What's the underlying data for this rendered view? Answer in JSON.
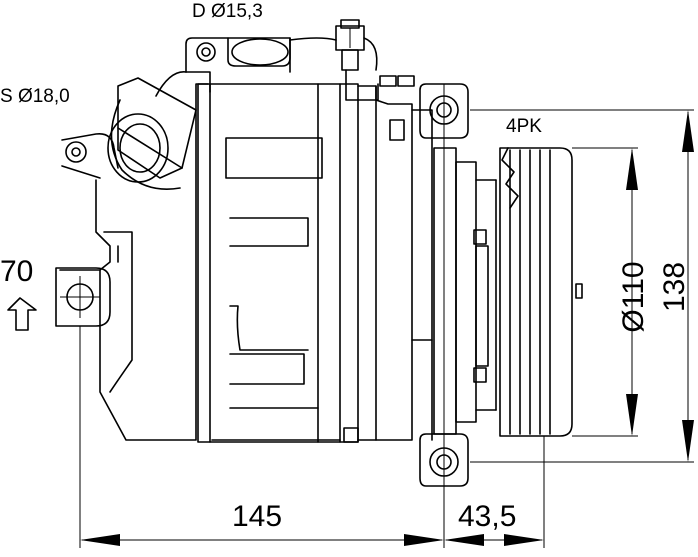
{
  "labels": {
    "discharge": "D Ø15,3",
    "suction": "S Ø18,0",
    "mount_offset": "70",
    "belt": "4PK",
    "pulley_diameter": "Ø110",
    "height": "138",
    "length": "145",
    "pulley_offset": "43,5"
  }
}
